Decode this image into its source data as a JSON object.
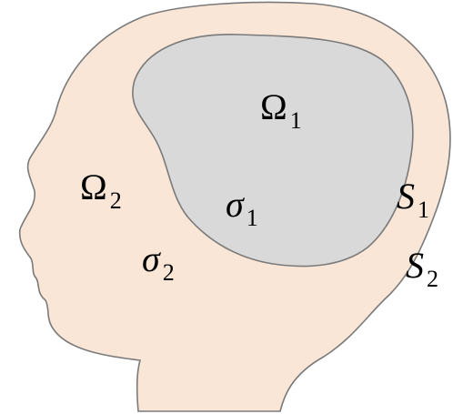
{
  "diagram": {
    "colors": {
      "head_fill": "#f9e6d7",
      "head_stroke": "#7a7a7a",
      "brain_fill": "#d9d9d9",
      "brain_stroke": "#7a7a7a"
    },
    "labels": {
      "omega1": {
        "symbol": "Ω",
        "subscript": "1"
      },
      "omega2": {
        "symbol": "Ω",
        "subscript": "2"
      },
      "sigma1": {
        "symbol": "σ",
        "subscript": "1"
      },
      "sigma2": {
        "symbol": "σ",
        "subscript": "2"
      },
      "s1": {
        "symbol": "S",
        "subscript": "1"
      },
      "s2": {
        "symbol": "S",
        "subscript": "2"
      }
    }
  }
}
